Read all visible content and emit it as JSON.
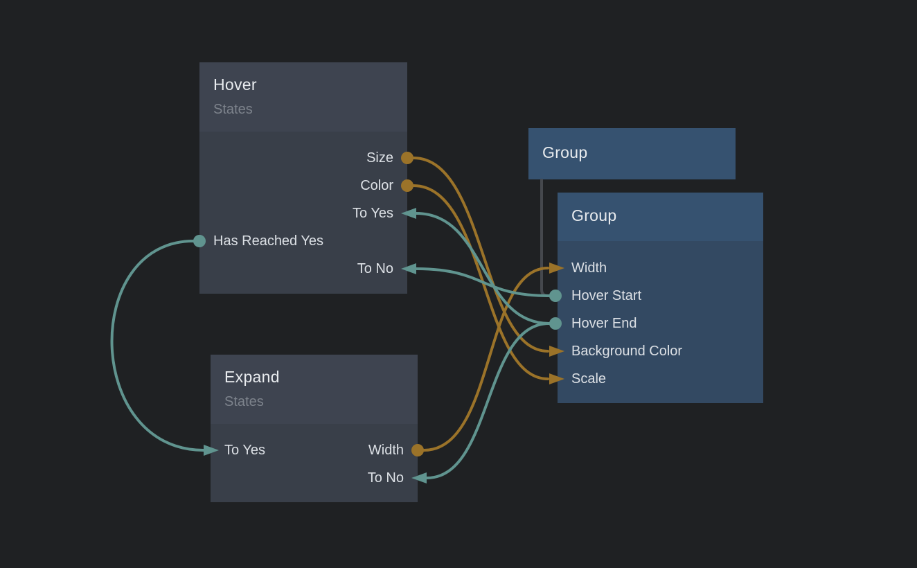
{
  "canvas": {
    "background": "#1f2123"
  },
  "palette": {
    "value_connection": "#9b7329",
    "event_connection": "#60948f",
    "state_node_header": "#3e4450",
    "state_node_body": "#393f49",
    "group_node_header": "#365270",
    "group_node_body": "#334962",
    "hierarchy_line": "#45484d"
  },
  "nodes": {
    "hover": {
      "title": "Hover",
      "subtitle": "States",
      "ports": {
        "size": {
          "label": "Size",
          "side": "right",
          "role": "output",
          "color": "#9b7329"
        },
        "color": {
          "label": "Color",
          "side": "right",
          "role": "output",
          "color": "#9b7329"
        },
        "to_yes": {
          "label": "To Yes",
          "side": "right",
          "role": "input",
          "color": "#60948f"
        },
        "has_reached_yes": {
          "label": "Has Reached Yes",
          "side": "left",
          "role": "output",
          "color": "#60948f"
        },
        "to_no": {
          "label": "To No",
          "side": "right",
          "role": "input",
          "color": "#60948f"
        }
      }
    },
    "expand": {
      "title": "Expand",
      "subtitle": "States",
      "ports": {
        "to_yes": {
          "label": "To Yes",
          "side": "left",
          "role": "input",
          "color": "#60948f"
        },
        "width": {
          "label": "Width",
          "side": "right",
          "role": "output",
          "color": "#9b7329"
        },
        "to_no": {
          "label": "To No",
          "side": "right",
          "role": "input",
          "color": "#60948f"
        }
      }
    },
    "group_parent": {
      "title": "Group"
    },
    "group": {
      "title": "Group",
      "ports": {
        "width": {
          "label": "Width",
          "side": "left",
          "role": "input",
          "color": "#9b7329"
        },
        "hover_start": {
          "label": "Hover Start",
          "side": "left",
          "role": "output",
          "color": "#60948f"
        },
        "hover_end": {
          "label": "Hover End",
          "side": "left",
          "role": "output",
          "color": "#60948f"
        },
        "background_color": {
          "label": "Background Color",
          "side": "left",
          "role": "input",
          "color": "#9b7329"
        },
        "scale": {
          "label": "Scale",
          "side": "left",
          "role": "input",
          "color": "#9b7329"
        }
      }
    }
  },
  "connections": [
    {
      "from": "hover.size",
      "to": "group.background_color",
      "kind": "value"
    },
    {
      "from": "hover.color",
      "to": "group.scale",
      "kind": "value"
    },
    {
      "from": "expand.width",
      "to": "group.width",
      "kind": "value"
    },
    {
      "from": "group.hover_end",
      "to": "hover.to_yes",
      "kind": "event"
    },
    {
      "from": "group.hover_start",
      "to": "hover.to_no",
      "kind": "event"
    },
    {
      "from": "group.hover_end",
      "to": "expand.to_no",
      "kind": "event"
    },
    {
      "from": "hover.has_reached_yes",
      "to": "expand.to_yes",
      "kind": "event"
    }
  ],
  "hierarchy": [
    {
      "parent": "group_parent",
      "child": "group"
    }
  ]
}
